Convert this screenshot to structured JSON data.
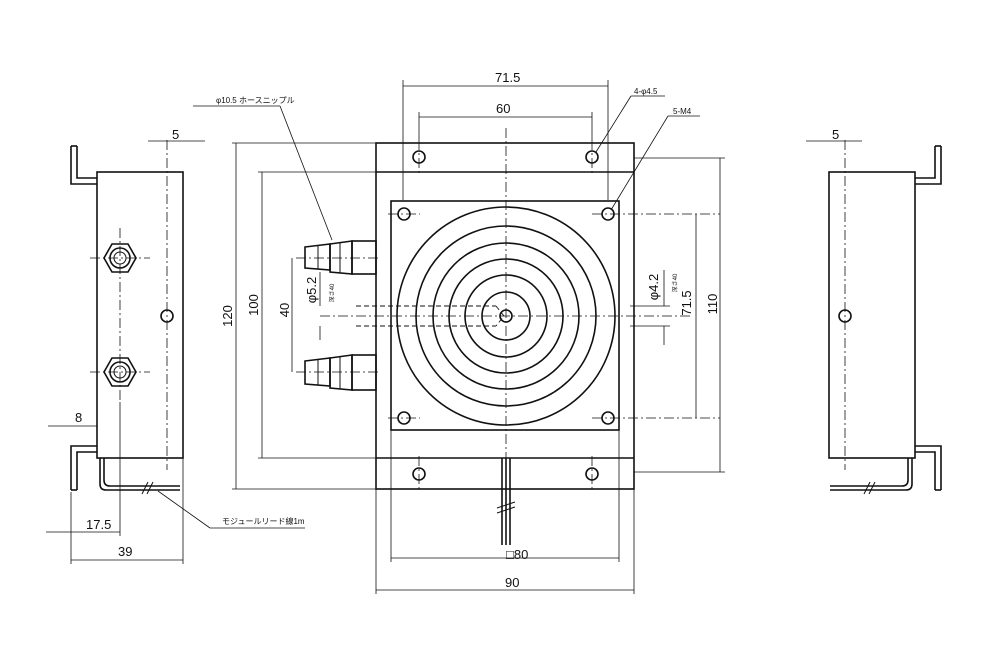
{
  "colors": {
    "line": "#111111",
    "background": "#ffffff"
  },
  "front_view": {
    "dims": {
      "top_outer": "71.5",
      "top_inner": "60",
      "hole_callout": "4-φ4.5",
      "thread_callout": "5-M4",
      "height_outer": "120",
      "height_mid": "100",
      "hose_pitch": "40",
      "hole_dia_left": "φ5.2",
      "hole_pcd_left": "深さ40",
      "hole_dia_right": "φ4.2",
      "hole_pcd_right": "深さ40",
      "height_inner": "71.5",
      "height_right": "110",
      "plate_square": "□80",
      "width_overall": "90"
    },
    "hose_label": "φ10.5 ホースニップル"
  },
  "left_view": {
    "dims": {
      "top": "5",
      "flange": "8",
      "offset": "17.5",
      "depth": "39"
    },
    "lead_label": "モジュールリード線1m"
  },
  "right_view": {
    "dims": {
      "top": "5"
    }
  }
}
